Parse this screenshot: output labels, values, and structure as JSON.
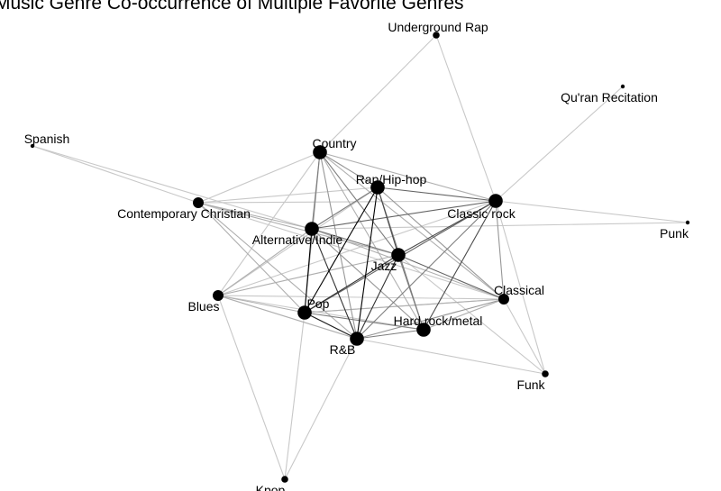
{
  "title": "Music Genre Co-occurrence of Multiple Favorite Genres",
  "nodes": [
    {
      "id": "underground_rap",
      "label": "Underground Rap",
      "size": 1
    },
    {
      "id": "quran",
      "label": "Qu'ran Recitation",
      "size": 0
    },
    {
      "id": "spanish",
      "label": "Spanish",
      "size": 0
    },
    {
      "id": "country",
      "label": "Country",
      "size": 3
    },
    {
      "id": "rap",
      "label": "Rap/Hip-hop",
      "size": 3
    },
    {
      "id": "classic_rock",
      "label": "Classic rock",
      "size": 3
    },
    {
      "id": "contemporary_christian",
      "label": "Contemporary Christian",
      "size": 2
    },
    {
      "id": "punk",
      "label": "Punk",
      "size": 0
    },
    {
      "id": "alternative",
      "label": "Alternative/Indie",
      "size": 3
    },
    {
      "id": "jazz",
      "label": "Jazz",
      "size": 3
    },
    {
      "id": "classical",
      "label": "Classical",
      "size": 2
    },
    {
      "id": "blues",
      "label": "Blues",
      "size": 2
    },
    {
      "id": "pop",
      "label": "Pop",
      "size": 3
    },
    {
      "id": "hard_rock",
      "label": "Hard rock/metal",
      "size": 3
    },
    {
      "id": "rnb",
      "label": "R&B",
      "size": 3
    },
    {
      "id": "funk",
      "label": "Funk",
      "size": 1
    },
    {
      "id": "kpop",
      "label": "Kpop",
      "size": 1
    }
  ],
  "edges": [
    {
      "source": "underground_rap",
      "target": "country",
      "weight": 1
    },
    {
      "source": "underground_rap",
      "target": "classic_rock",
      "weight": 1
    },
    {
      "source": "quran",
      "target": "classic_rock",
      "weight": 1
    },
    {
      "source": "spanish",
      "target": "contemporary_christian",
      "weight": 1
    },
    {
      "source": "spanish",
      "target": "jazz",
      "weight": 1
    },
    {
      "source": "punk",
      "target": "classic_rock",
      "weight": 1
    },
    {
      "source": "punk",
      "target": "alternative",
      "weight": 1
    },
    {
      "source": "country",
      "target": "rap",
      "weight": 3
    },
    {
      "source": "country",
      "target": "alternative",
      "weight": 4
    },
    {
      "source": "country",
      "target": "jazz",
      "weight": 4
    },
    {
      "source": "country",
      "target": "pop",
      "weight": 3
    },
    {
      "source": "country",
      "target": "rnb",
      "weight": 3
    },
    {
      "source": "country",
      "target": "classic_rock",
      "weight": 2
    },
    {
      "source": "country",
      "target": "contemporary_christian",
      "weight": 1
    },
    {
      "source": "country",
      "target": "hard_rock",
      "weight": 2
    },
    {
      "source": "country",
      "target": "blues",
      "weight": 1
    },
    {
      "source": "country",
      "target": "classical",
      "weight": 2
    },
    {
      "source": "rap",
      "target": "classic_rock",
      "weight": 5
    },
    {
      "source": "rap",
      "target": "alternative",
      "weight": 4
    },
    {
      "source": "rap",
      "target": "jazz",
      "weight": 6
    },
    {
      "source": "rap",
      "target": "pop",
      "weight": 9
    },
    {
      "source": "rap",
      "target": "rnb",
      "weight": 9
    },
    {
      "source": "rap",
      "target": "hard_rock",
      "weight": 4
    },
    {
      "source": "rap",
      "target": "classical",
      "weight": 3
    },
    {
      "source": "rap",
      "target": "contemporary_christian",
      "weight": 1
    },
    {
      "source": "rap",
      "target": "blues",
      "weight": 1
    },
    {
      "source": "classic_rock",
      "target": "alternative",
      "weight": 5
    },
    {
      "source": "classic_rock",
      "target": "jazz",
      "weight": 6
    },
    {
      "source": "classic_rock",
      "target": "pop",
      "weight": 5
    },
    {
      "source": "classic_rock",
      "target": "rnb",
      "weight": 4
    },
    {
      "source": "classic_rock",
      "target": "hard_rock",
      "weight": 6
    },
    {
      "source": "classic_rock",
      "target": "classical",
      "weight": 3
    },
    {
      "source": "classic_rock",
      "target": "contemporary_christian",
      "weight": 1
    },
    {
      "source": "classic_rock",
      "target": "blues",
      "weight": 1
    },
    {
      "source": "classic_rock",
      "target": "funk",
      "weight": 1
    },
    {
      "source": "contemporary_christian",
      "target": "alternative",
      "weight": 2
    },
    {
      "source": "contemporary_christian",
      "target": "jazz",
      "weight": 2
    },
    {
      "source": "contemporary_christian",
      "target": "pop",
      "weight": 2
    },
    {
      "source": "contemporary_christian",
      "target": "rnb",
      "weight": 2
    },
    {
      "source": "contemporary_christian",
      "target": "classical",
      "weight": 1
    },
    {
      "source": "alternative",
      "target": "jazz",
      "weight": 4
    },
    {
      "source": "alternative",
      "target": "pop",
      "weight": 9
    },
    {
      "source": "alternative",
      "target": "rnb",
      "weight": 7
    },
    {
      "source": "alternative",
      "target": "hard_rock",
      "weight": 3
    },
    {
      "source": "alternative",
      "target": "classical",
      "weight": 2
    },
    {
      "source": "alternative",
      "target": "blues",
      "weight": 2
    },
    {
      "source": "jazz",
      "target": "pop",
      "weight": 7
    },
    {
      "source": "jazz",
      "target": "rnb",
      "weight": 7
    },
    {
      "source": "jazz",
      "target": "hard_rock",
      "weight": 4
    },
    {
      "source": "jazz",
      "target": "classical",
      "weight": 5
    },
    {
      "source": "jazz",
      "target": "blues",
      "weight": 2
    },
    {
      "source": "jazz",
      "target": "funk",
      "weight": 1
    },
    {
      "source": "pop",
      "target": "rnb",
      "weight": 8
    },
    {
      "source": "pop",
      "target": "hard_rock",
      "weight": 4
    },
    {
      "source": "pop",
      "target": "classical",
      "weight": 2
    },
    {
      "source": "pop",
      "target": "blues",
      "weight": 2
    },
    {
      "source": "pop",
      "target": "kpop",
      "weight": 1
    },
    {
      "source": "rnb",
      "target": "hard_rock",
      "weight": 4
    },
    {
      "source": "rnb",
      "target": "classical",
      "weight": 3
    },
    {
      "source": "rnb",
      "target": "blues",
      "weight": 2
    },
    {
      "source": "rnb",
      "target": "kpop",
      "weight": 1
    },
    {
      "source": "rnb",
      "target": "funk",
      "weight": 1
    },
    {
      "source": "hard_rock",
      "target": "classical",
      "weight": 2
    },
    {
      "source": "hard_rock",
      "target": "blues",
      "weight": 1
    },
    {
      "source": "blues",
      "target": "classical",
      "weight": 1
    },
    {
      "source": "blues",
      "target": "kpop",
      "weight": 1
    },
    {
      "source": "classical",
      "target": "funk",
      "weight": 1
    },
    {
      "source": "classical",
      "target": "pop",
      "weight": 1
    }
  ]
}
